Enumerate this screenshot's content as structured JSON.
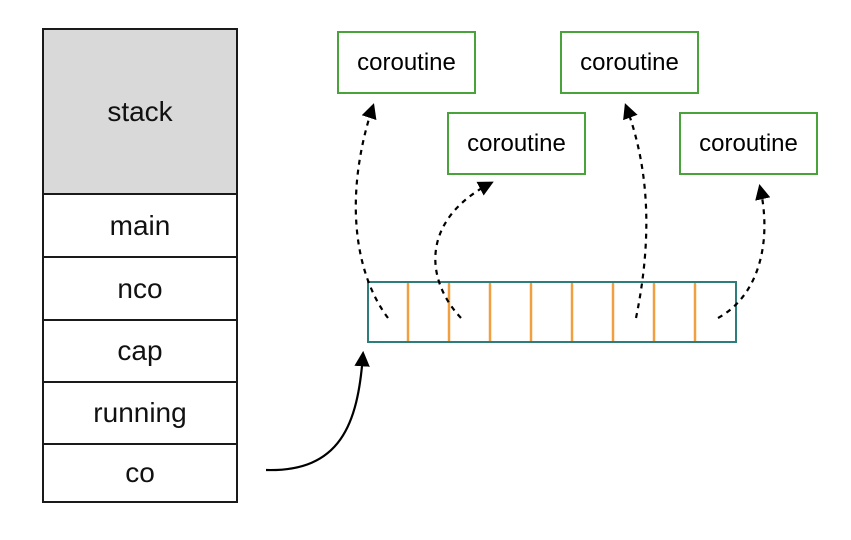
{
  "struct": {
    "header": "stack",
    "fields": [
      "main",
      "nco",
      "cap",
      "running",
      "co"
    ]
  },
  "coroutines": [
    "coroutine",
    "coroutine",
    "coroutine",
    "coroutine"
  ],
  "array": {
    "slot_count": 9,
    "border_color": "#2e7d7d",
    "divider_color": "#f0a040"
  },
  "colors": {
    "stack_fill": "#d9d9d9",
    "coroutine_border": "#4aa33a",
    "line": "#000000"
  }
}
